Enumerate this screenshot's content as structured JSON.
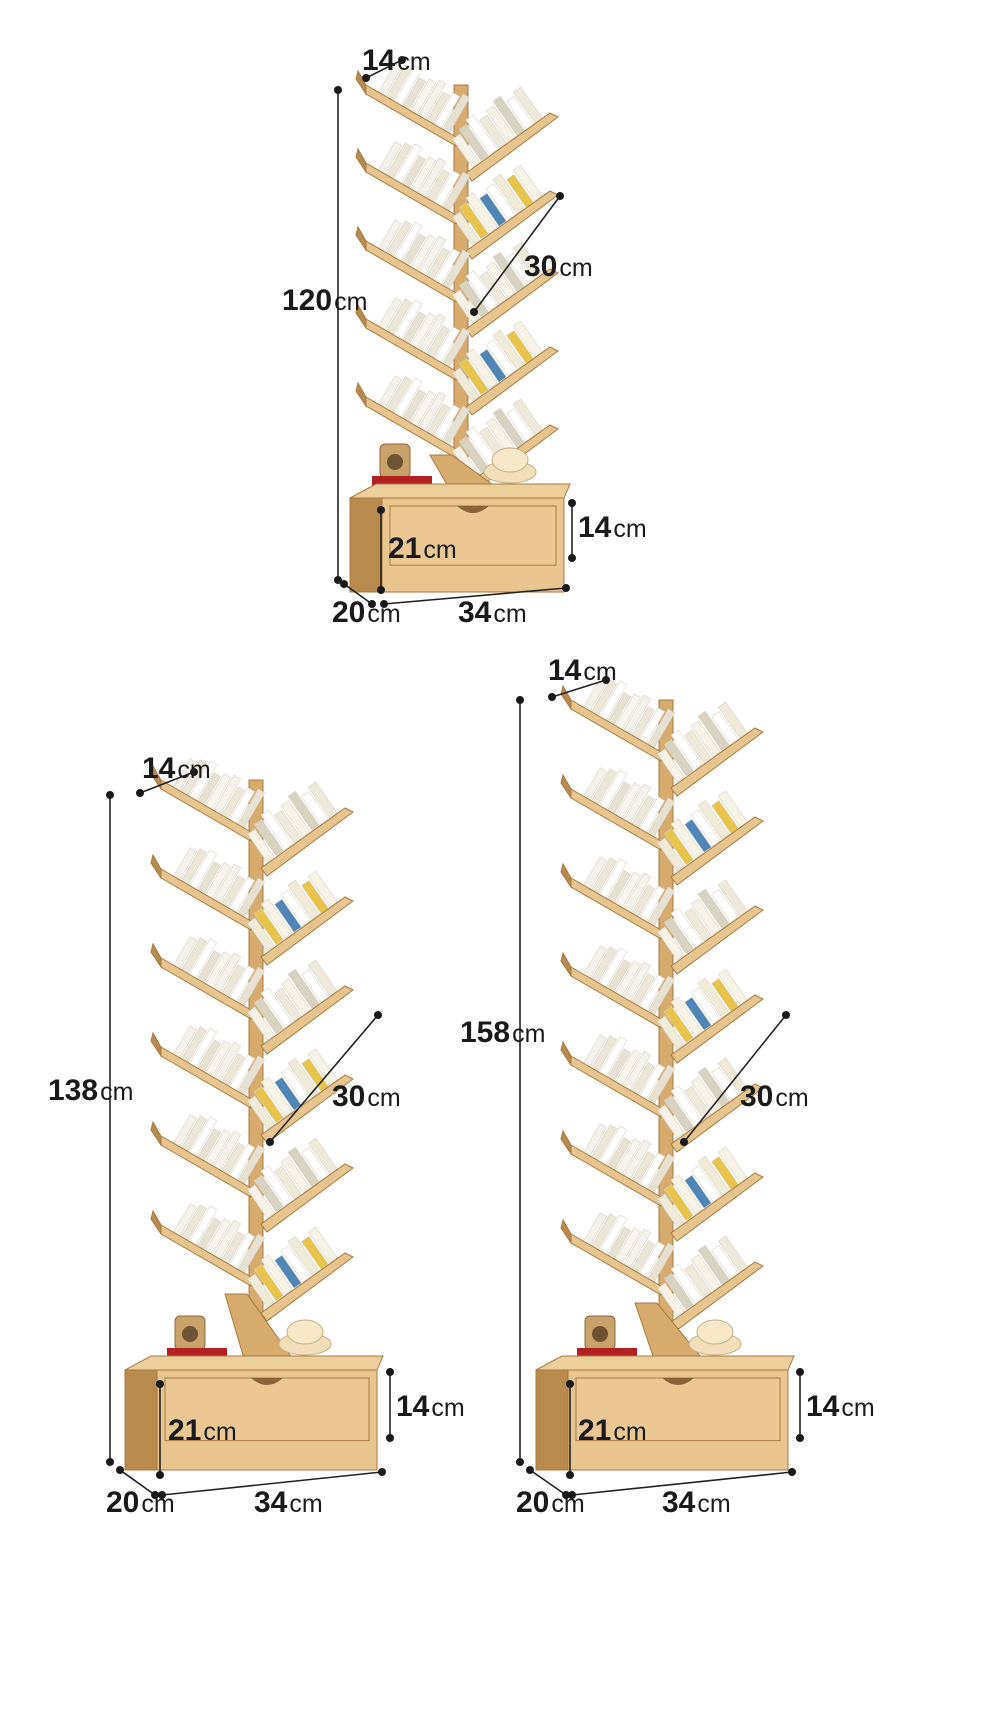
{
  "colors": {
    "wood_light": "#e8c48e",
    "wood_mid": "#d7ab6e",
    "wood_dark": "#b98a4e",
    "wood_edge": "#a87a40",
    "paper": "#f2efe6",
    "background": "#ffffff",
    "dimension": "#1a1a1a"
  },
  "shelves": [
    {
      "name": "shelf-5-tier",
      "tiers": 5,
      "height": {
        "num": "120",
        "unit": "cm"
      },
      "width": {
        "num": "14",
        "unit": "cm"
      },
      "diagonal": {
        "num": "30",
        "unit": "cm"
      },
      "drawer_height": {
        "num": "14",
        "unit": "cm"
      },
      "base_height": {
        "num": "21",
        "unit": "cm"
      },
      "depth": {
        "num": "20",
        "unit": "cm"
      },
      "length": {
        "num": "34",
        "unit": "cm"
      }
    },
    {
      "name": "shelf-6-tier",
      "tiers": 6,
      "height": {
        "num": "138",
        "unit": "cm"
      },
      "width": {
        "num": "14",
        "unit": "cm"
      },
      "diagonal": {
        "num": "30",
        "unit": "cm"
      },
      "drawer_height": {
        "num": "14",
        "unit": "cm"
      },
      "base_height": {
        "num": "21",
        "unit": "cm"
      },
      "depth": {
        "num": "20",
        "unit": "cm"
      },
      "length": {
        "num": "34",
        "unit": "cm"
      }
    },
    {
      "name": "shelf-7-tier",
      "tiers": 7,
      "height": {
        "num": "158",
        "unit": "cm"
      },
      "width": {
        "num": "14",
        "unit": "cm"
      },
      "diagonal": {
        "num": "30",
        "unit": "cm"
      },
      "drawer_height": {
        "num": "14",
        "unit": "cm"
      },
      "base_height": {
        "num": "21",
        "unit": "cm"
      },
      "depth": {
        "num": "20",
        "unit": "cm"
      },
      "length": {
        "num": "34",
        "unit": "cm"
      }
    }
  ]
}
